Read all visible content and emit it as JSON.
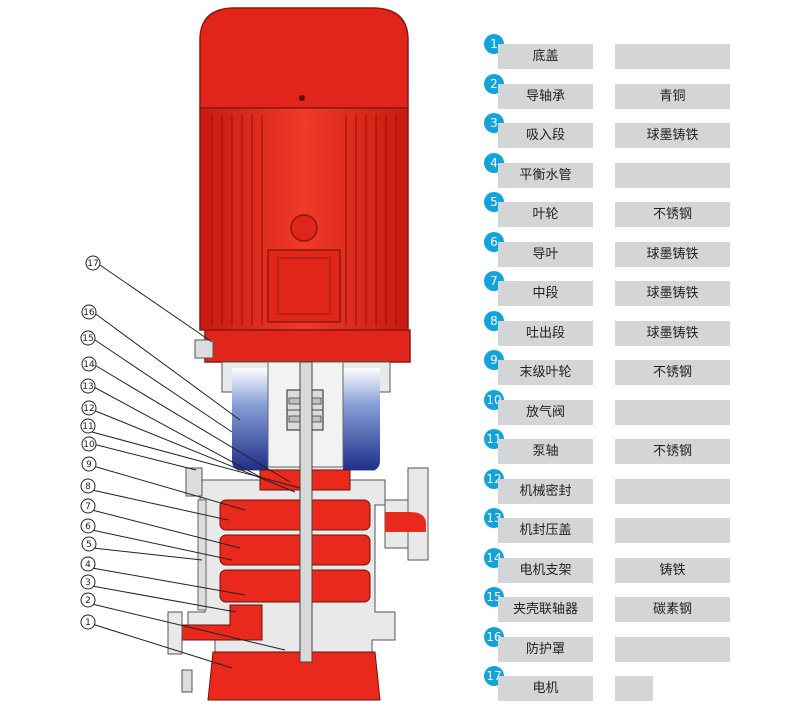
{
  "parts": [
    {
      "num": "1",
      "name": "底盖",
      "material": ""
    },
    {
      "num": "2",
      "name": "导轴承",
      "material": "青铜"
    },
    {
      "num": "3",
      "name": "吸入段",
      "material": "球墨铸铁"
    },
    {
      "num": "4",
      "name": "平衡水管",
      "material": ""
    },
    {
      "num": "5",
      "name": "叶轮",
      "material": "不锈钢"
    },
    {
      "num": "6",
      "name": "导叶",
      "material": "球墨铸铁"
    },
    {
      "num": "7",
      "name": "中段",
      "material": "球墨铸铁"
    },
    {
      "num": "8",
      "name": "吐出段",
      "material": "球墨铸铁"
    },
    {
      "num": "9",
      "name": "末级叶轮",
      "material": "不锈钢"
    },
    {
      "num": "10",
      "name": "放气阀",
      "material": ""
    },
    {
      "num": "11",
      "name": "泵轴",
      "material": "不锈钢"
    },
    {
      "num": "12",
      "name": "机械密封",
      "material": ""
    },
    {
      "num": "13",
      "name": "机封压盖",
      "material": ""
    },
    {
      "num": "14",
      "name": "电机支架",
      "material": "铸铁"
    },
    {
      "num": "15",
      "name": "夹壳联轴器",
      "material": "碳素钢"
    },
    {
      "num": "16",
      "name": "防护罩",
      "material": ""
    },
    {
      "num": "17",
      "name": "电机",
      "material": ""
    }
  ],
  "colors": {
    "pump_red": "#e8291c",
    "motor_red": "#e1251b",
    "water_blue": "#2b3a8f",
    "badge_blue": "#13a3dc",
    "cell_gray": "#d4d5d6",
    "casing_gray": "#e9e9ea"
  }
}
